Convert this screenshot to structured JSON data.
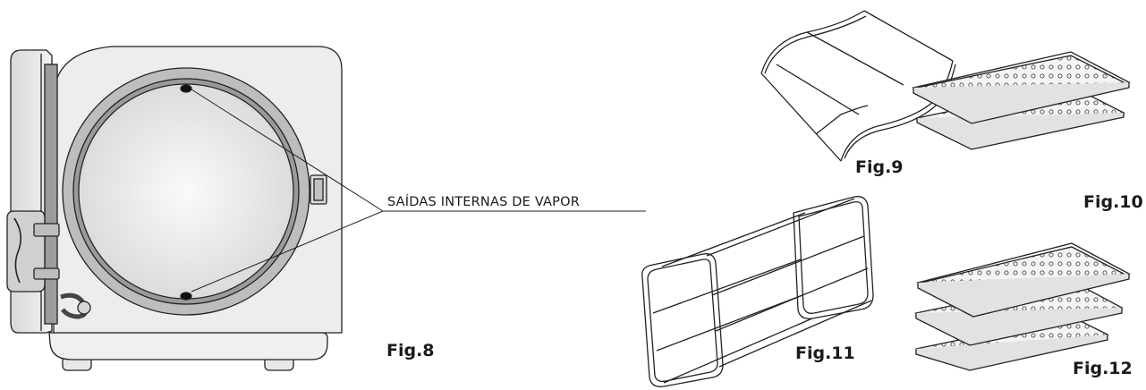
{
  "callout": {
    "text": "SAÍDAS INTERNAS DE VAPOR"
  },
  "figures": {
    "fig8": "Fig.8",
    "fig9": "Fig.9",
    "fig10": "Fig.10",
    "fig11": "Fig.11",
    "fig12": "Fig.12"
  },
  "colors": {
    "line": "#222222",
    "body": "#eeeeee",
    "shade": "#b9b9b9",
    "dark": "#6f6f6f"
  }
}
